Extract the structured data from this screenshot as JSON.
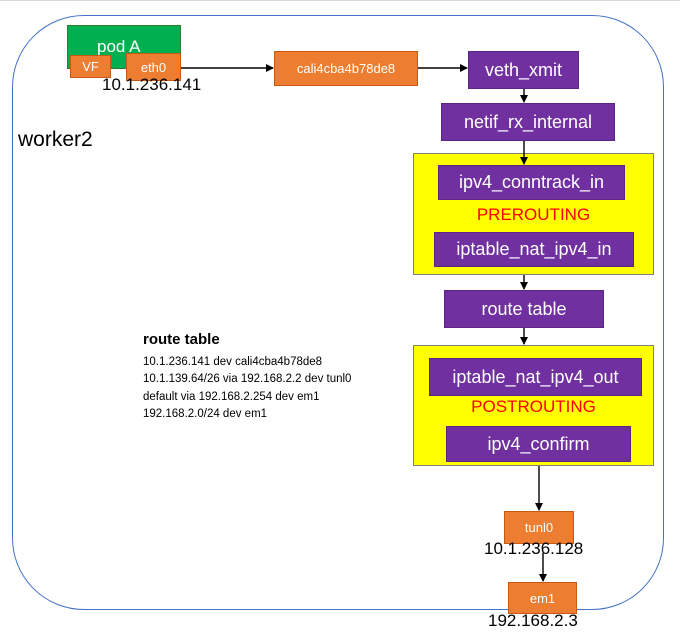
{
  "worker": {
    "label": "worker2"
  },
  "pod": {
    "label": "pod A",
    "vf_label": "VF",
    "eth0_label": "eth0",
    "ip": "10.1.236.141"
  },
  "nodes": {
    "cali": "cali4cba4b78de8",
    "veth_xmit": "veth_xmit",
    "netif_rx_internal": "netif_rx_internal",
    "ipv4_conntrack_in": "ipv4_conntrack_in",
    "prerouting": "PREROUTING",
    "iptable_nat_ipv4_in": "iptable_nat_ipv4_in",
    "route_table": "route table",
    "iptable_nat_ipv4_out": "iptable_nat_ipv4_out",
    "postrouting": "POSTROUTING",
    "ipv4_confirm": "ipv4_confirm",
    "tunl0": "tunl0",
    "tunl0_ip": "10.1.236.128",
    "em1": "em1",
    "em1_ip": "192.168.2.3"
  },
  "route_table": {
    "title": "route table",
    "entries": [
      "10.1.236.141 dev cali4cba4b78de8",
      "10.1.139.64/26 via 192.168.2.2 dev tunl0",
      "default via 192.168.2.254 dev em1",
      "192.168.2.0/24 dev em1"
    ]
  },
  "colors": {
    "worker_border": "#4472c4",
    "pod": "#00b050",
    "interface": "#ed7d31",
    "hook": "#7030a0",
    "chain_box": "#ffff00",
    "chain_label": "#ff0000"
  }
}
